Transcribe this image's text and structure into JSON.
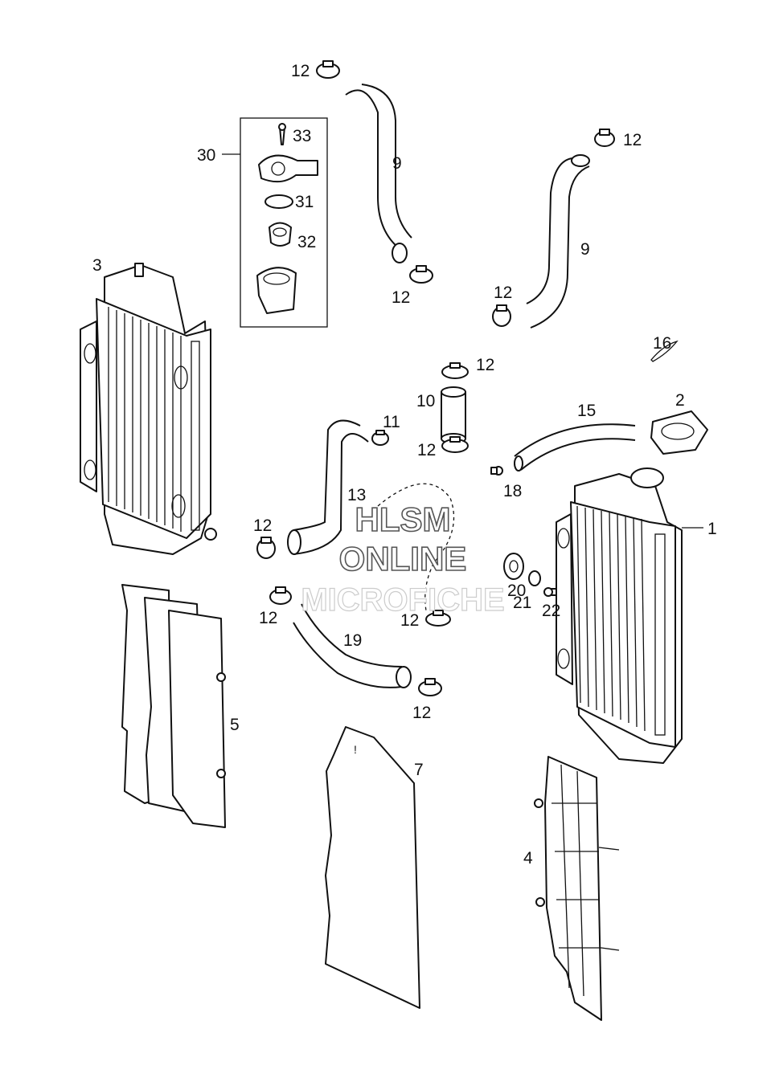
{
  "callouts": {
    "p1": "1",
    "p2": "2",
    "p3": "3",
    "p4": "4",
    "p5": "5",
    "p7": "7",
    "p9a": "9",
    "p9b": "9",
    "p10": "10",
    "p11": "11",
    "p12a": "12",
    "p12b": "12",
    "p12c": "12",
    "p12d": "12",
    "p12e": "12",
    "p12f": "12",
    "p12g": "12",
    "p12h": "12",
    "p12i": "12",
    "p12j": "12",
    "p13": "13",
    "p15": "15",
    "p16": "16",
    "p18": "18",
    "p19": "19",
    "p20": "20",
    "p21": "21",
    "p22": "22",
    "p30": "30",
    "p31": "31",
    "p32": "32",
    "p33": "33"
  },
  "watermark": {
    "line1": "HLSM",
    "line2": "ONLINE",
    "line3": "MICROFICHE"
  }
}
